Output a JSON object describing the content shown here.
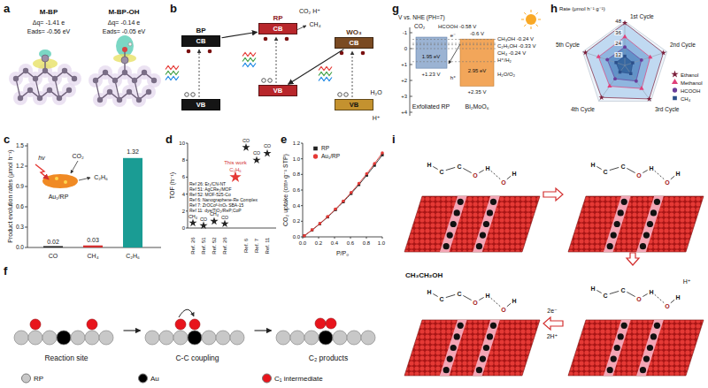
{
  "diagram": {
    "nodes": [
      {
        "text": [
          "BP",
          "CB"
        ]
      },
      {
        "text": [
          "VB"
        ]
      },
      {
        "text": [
          "RP",
          "CB"
        ]
      },
      {
        "text": [
          "VB"
        ]
      },
      {
        "text": [
          "WO₃",
          "CB"
        ]
      },
      {
        "text": [
          "VB"
        ]
      },
      {
        "text": [
          "Reaction site"
        ]
      },
      {
        "text": [
          "C-C coupling"
        ]
      },
      {
        "text": [
          "C₂ products"
        ]
      }
    ],
    "edges": [
      {
        "from": 0,
        "to": 2,
        "arrow": "to"
      },
      {
        "from": 4,
        "to": 3,
        "arrow": "to"
      },
      {
        "from": 6,
        "to": 7,
        "arrow": "to"
      },
      {
        "from": 7,
        "to": 8,
        "arrow": "to"
      }
    ],
    "labels": [
      "a",
      "b",
      "g",
      "h",
      "c",
      "d",
      "e",
      "f",
      "i",
      "M-BP",
      "Δq= -1.41 e",
      "Eads= -0.56 eV",
      "M-BP-OH",
      "Δq= -0.14 e",
      "Eads= -0.05 eV",
      "CO₂ H⁺",
      "CH₄",
      "H₂O",
      "H⁺",
      "V vs. NHE (PH=7)",
      "-1",
      "0",
      "+1",
      "+2",
      "+3",
      "+4",
      "CO₂",
      "HCOOH -0.58 V",
      "CH₃OH -0.24 V",
      "C₂H₅OH -0.33 V",
      "CH₄ -0.24 V",
      "H⁺/H₂",
      "H₂O/O₂",
      "-0.6 V",
      "+1.23 V",
      "1.95 eV",
      "2.95 eV",
      "+2.35 V",
      "Exfoliated RP",
      "Bi₂MoO₆",
      "e⁻",
      "h⁺",
      "1st Cycle",
      "2nd Cycle",
      "3rd Cycle",
      "4th Cycle",
      "5th Cycle",
      "12",
      "24",
      "36",
      "48",
      "Rate (μmol h⁻¹ g⁻¹)",
      "0.0",
      "0.3",
      "0.6",
      "0.9",
      "1.2",
      "1.5",
      "Product evolution rates (μmol h⁻¹)",
      "CO",
      "CH₄",
      "C₂H₆",
      "0.02",
      "0.03",
      "1.32",
      "hv",
      "CO₂",
      "Au₁/RP",
      "C₂H₆",
      "0",
      "2",
      "4",
      "6",
      "8",
      "10",
      "TOF (h⁻¹)",
      "Ref. 26",
      "Ref. 51",
      "Ref. 52",
      "Ref. 26",
      "Ref. 6",
      "Ref. 7",
      "Ref. 11",
      "CH₄",
      "CO",
      "CH₄",
      "CO",
      "This work",
      "C₂H₆",
      "CO",
      "CO",
      "CO",
      "Ref 26: Er₁/CN-NT",
      "Ref 51: AgCRe₁/MOF",
      "Ref 52: MOF-525-Co",
      "Ref 6: Nanographene-Re Complex",
      "Ref 7: ZrOCoᴵᴵ-InOₓ SBA-15",
      "Ref 11: dye/TiO₂/ReP;CoP",
      "0.0",
      "0.2",
      "0.4",
      "0.6",
      "0.8",
      "1.0",
      "1.2",
      "0.0",
      "0.2",
      "0.4",
      "0.6",
      "0.8",
      "1.0",
      "P/P₀",
      "CO₂ uptake (cm³ g⁻¹ STP)",
      "CH₃CH₂OH",
      "2e⁻",
      "2H⁺",
      "H⁺",
      "H",
      "C",
      "C",
      "O",
      "H",
      "O",
      "H",
      "H",
      "C",
      "C",
      "O",
      "H",
      "O",
      "H",
      "H",
      "C",
      "C",
      "O",
      "H",
      "O",
      "H",
      "H",
      "C",
      "C",
      "O",
      "H",
      "O",
      "H"
    ],
    "legend": [
      {
        "text": "Ethanol"
      },
      {
        "text": "Methanol"
      },
      {
        "text": "HCOOH"
      },
      {
        "text": "CH₄"
      },
      {
        "text": "RP"
      },
      {
        "text": "Au₁/RP"
      },
      {
        "text": "RP",
        "color": "#c8c8c8"
      },
      {
        "text": "Au",
        "color": "#000000"
      },
      {
        "text": "C₁ intermediate",
        "color": "#e8141c"
      }
    ]
  }
}
